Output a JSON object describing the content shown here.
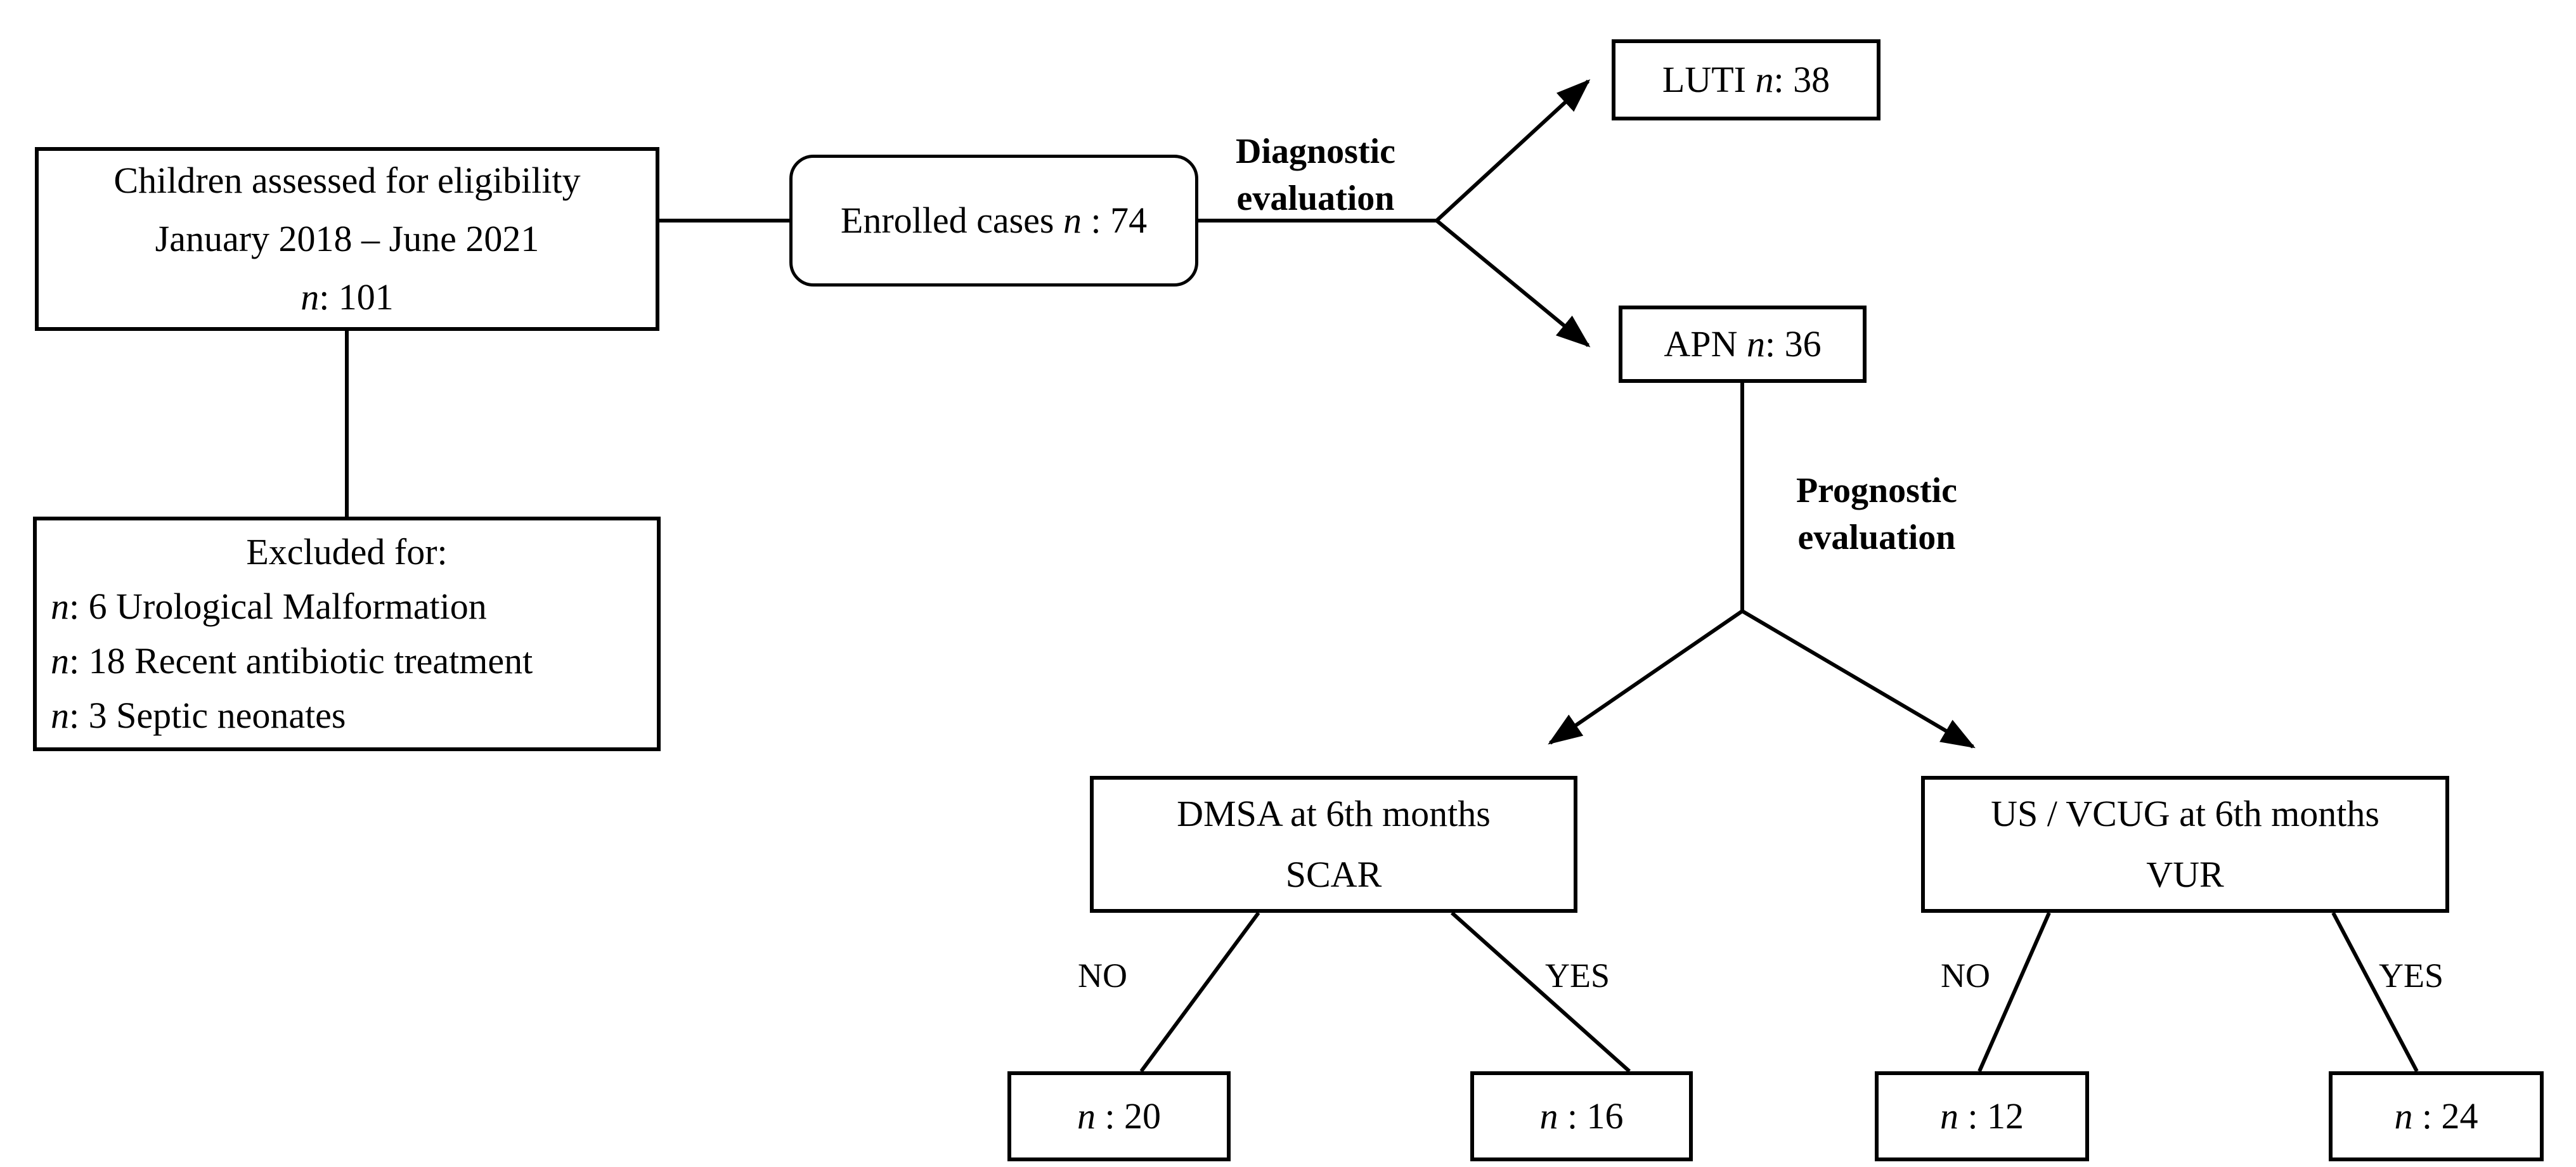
{
  "colors": {
    "ink": "#000000",
    "background": "#ffffff"
  },
  "boxes": {
    "eligibility": {
      "line1": "Children assessed for eligibility",
      "line2": "January 2018 – June 2021",
      "n": "n",
      "n_rest": ": 101"
    },
    "enrolled": {
      "pre": "Enrolled cases ",
      "n": "n",
      "post": " : 74"
    },
    "luti": {
      "pre": "LUTI ",
      "n": "n",
      "post": ": 38"
    },
    "apn": {
      "pre": "APN ",
      "n": "n",
      "post": ": 36"
    },
    "excluded": {
      "title": "Excluded for:",
      "items": [
        {
          "n": "n",
          "post": ": 6 Urological Malformation"
        },
        {
          "n": "n",
          "post": ": 18 Recent antibiotic treatment"
        },
        {
          "n": "n",
          "post": ": 3 Septic neonates"
        }
      ]
    },
    "dmsa": {
      "line1": "DMSA at 6th months",
      "line2": "SCAR"
    },
    "usvcug": {
      "line1": "US / VCUG at 6th months",
      "line2": "VUR"
    },
    "n20": {
      "n": "n",
      "post": " : 20"
    },
    "n16": {
      "n": "n",
      "post": " : 16"
    },
    "n12": {
      "n": "n",
      "post": " : 12"
    },
    "n24": {
      "n": "n",
      "post": " : 24"
    }
  },
  "labels": {
    "diagnostic": {
      "line1": "Diagnostic",
      "line2": "evaluation"
    },
    "prognostic": {
      "line1": "Prognostic",
      "line2": "evaluation"
    },
    "dmsa_no": "NO",
    "dmsa_yes": "YES",
    "vur_no": "NO",
    "vur_yes": "YES"
  }
}
